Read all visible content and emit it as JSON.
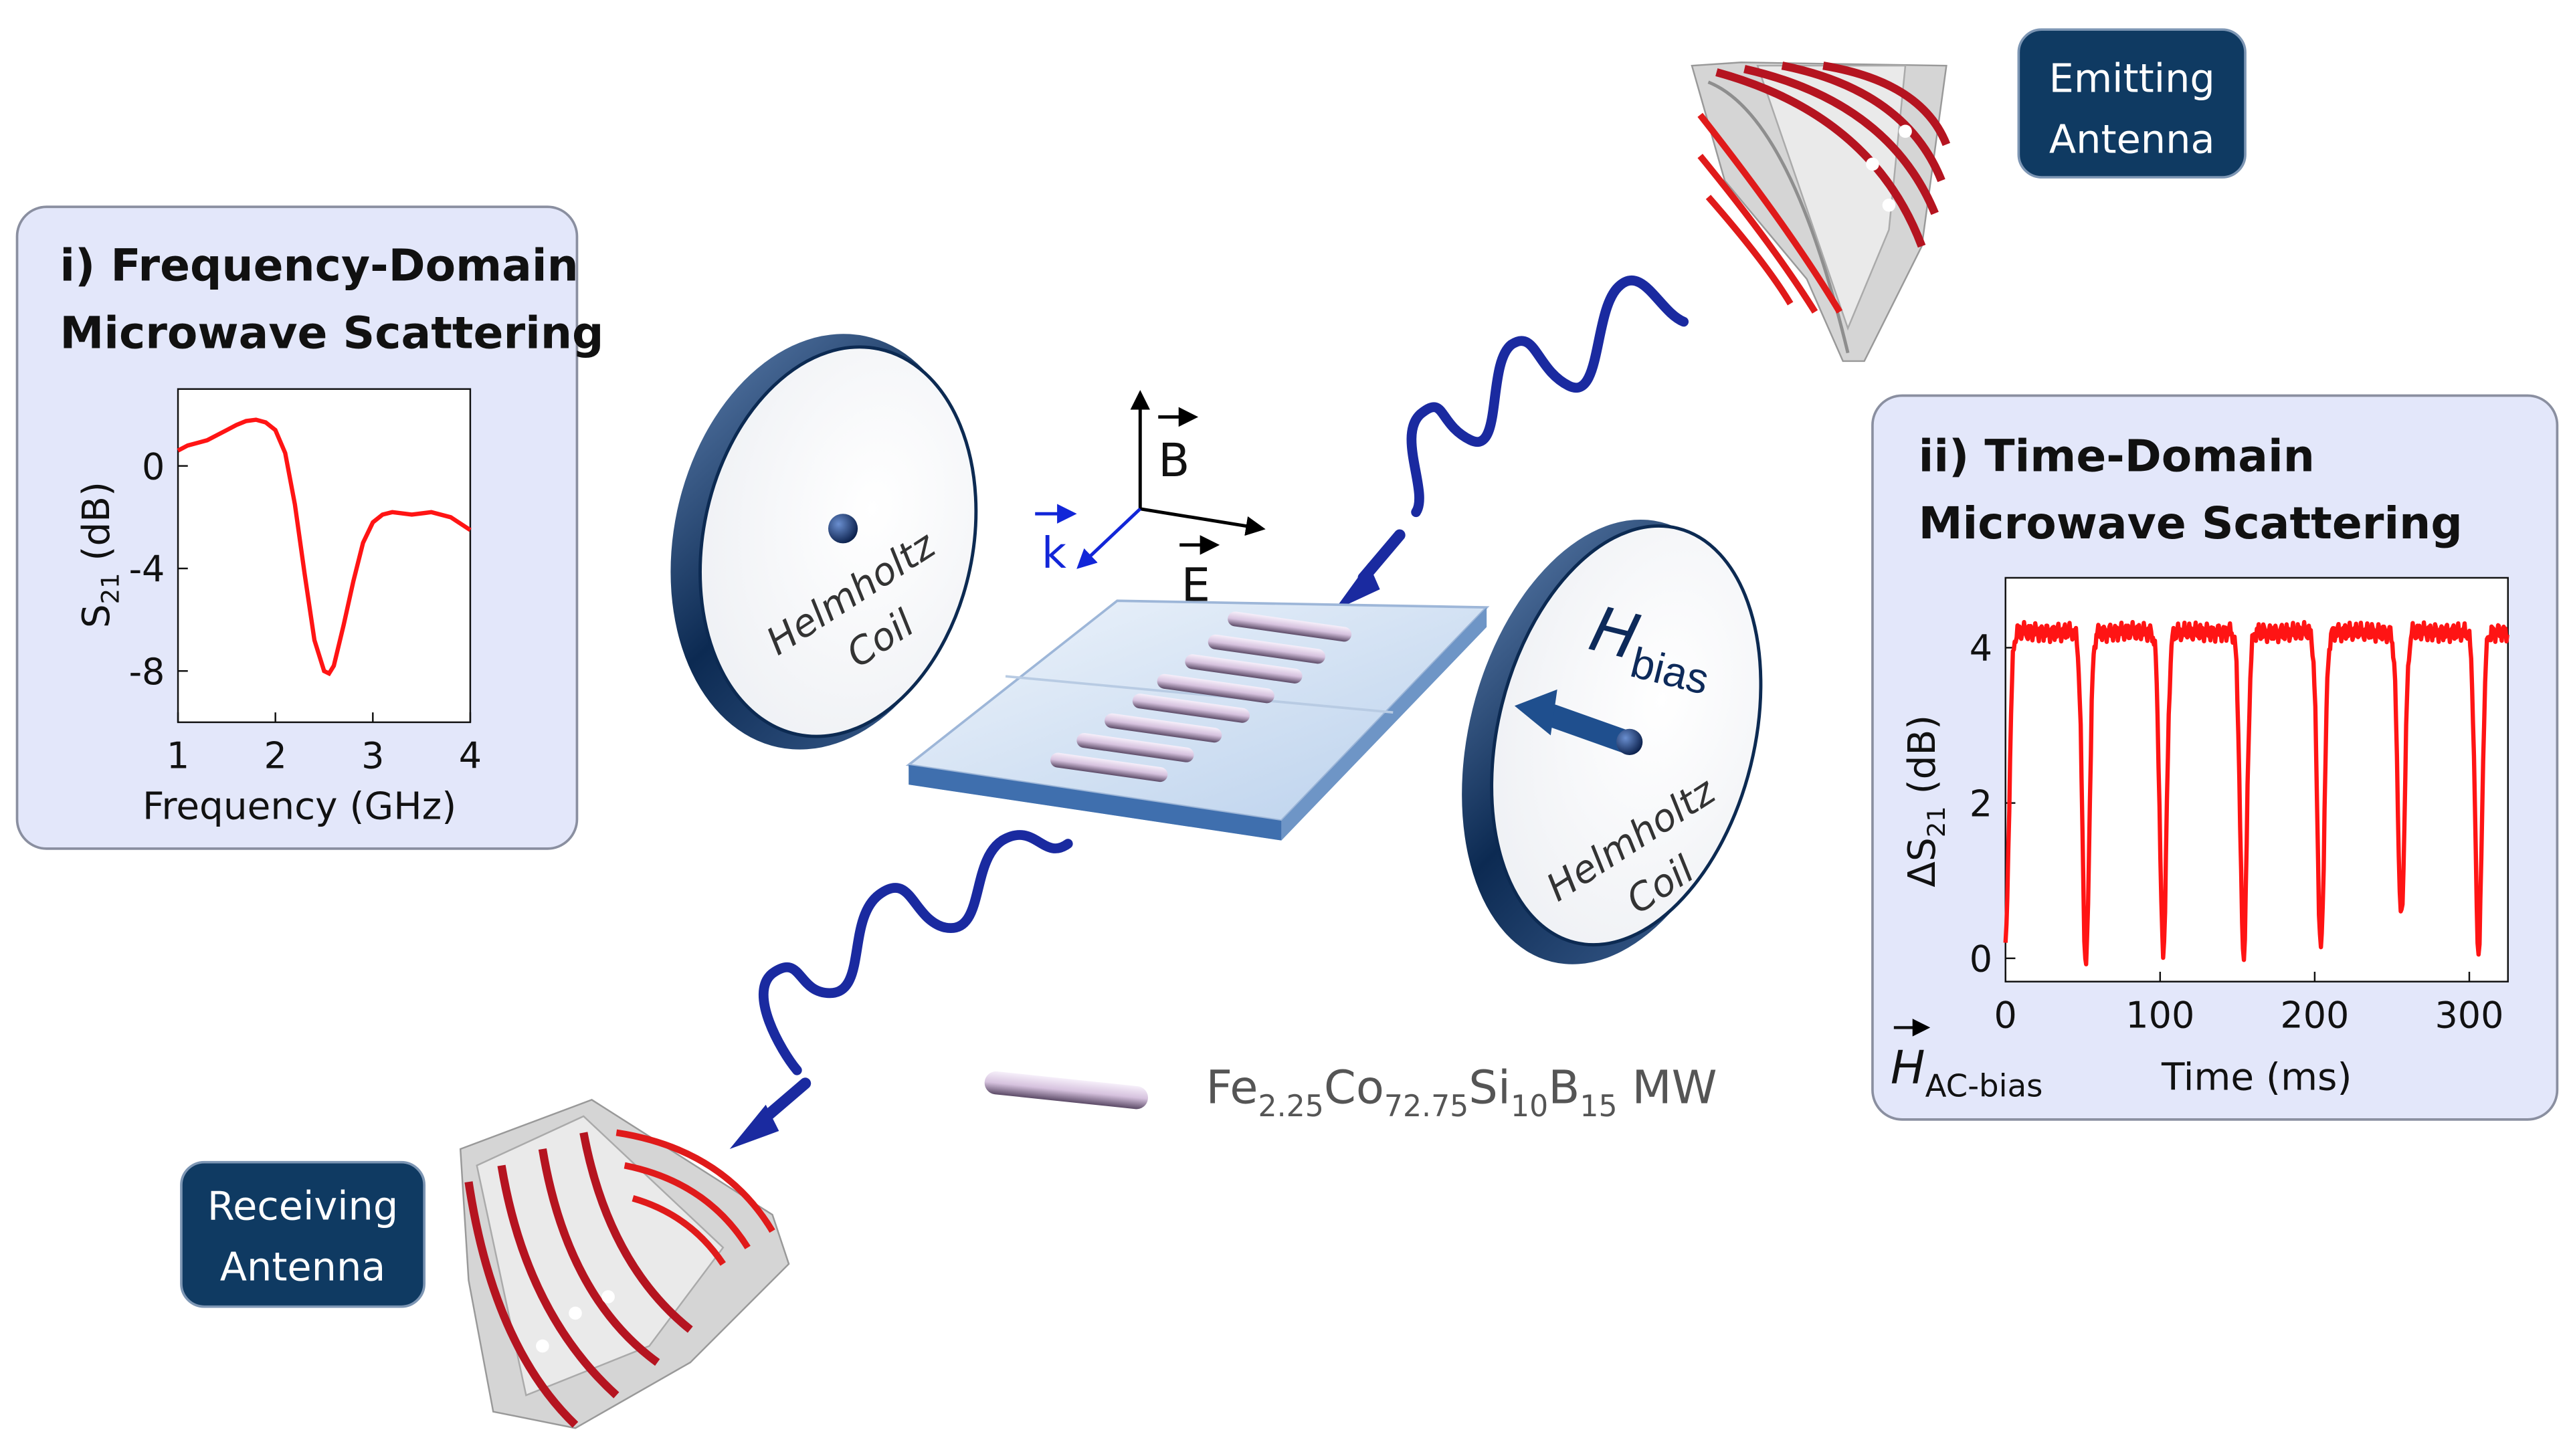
{
  "colors": {
    "panel_fill": "#e3e7fa",
    "panel_stroke": "#8a8fa0",
    "badge_fill": "#0f3a62",
    "badge_text": "#ffffff",
    "curve": "#ff1414",
    "wave": "#1a2aa0",
    "arrow_blue": "#0f1a9a",
    "k_blue": "#1226d8",
    "coil_edge": "#0c2a52",
    "coil_face": "#ffffff",
    "substrate": "#c9dcf2",
    "microwire": "#dccbe4",
    "antenna_red": "#b51420",
    "antenna_gray": "#c8c8c8"
  },
  "labels": {
    "emitting_line1": "Emitting",
    "emitting_line2": "Antenna",
    "receiving_line1": "Receiving",
    "receiving_line2": "Antenna",
    "coil_left_line1": "Helmholtz",
    "coil_left_line2": "Coil",
    "coil_right_line1": "Helmholtz",
    "coil_right_line2": "Coil",
    "hbias_main": "H",
    "hbias_sub": "bias",
    "axis_B": "B",
    "axis_E": "E",
    "axis_k": "k",
    "legend_formula_parts": [
      "Fe",
      "2.25",
      "Co",
      "72.75",
      "Si",
      "10",
      "B",
      "15",
      " MW"
    ]
  },
  "chart_data": [
    {
      "type": "line",
      "panel_title_line1": "i) Frequency-Domain",
      "panel_title_line2": "Microwave Scattering",
      "xlabel": "Frequency (GHz)",
      "ylabel_main": "S",
      "ylabel_sub": "21",
      "ylabel_unit": " (dB)",
      "xlim": [
        1,
        4
      ],
      "ylim": [
        -10,
        3
      ],
      "xticks": [
        1,
        2,
        3,
        4
      ],
      "yticks": [
        0,
        -4,
        -8
      ],
      "series": [
        {
          "x": [
            1.0,
            1.1,
            1.2,
            1.3,
            1.4,
            1.5,
            1.6,
            1.7,
            1.8,
            1.9,
            2.0,
            2.1,
            2.2,
            2.3,
            2.4,
            2.5,
            2.55,
            2.6,
            2.7,
            2.8,
            2.9,
            3.0,
            3.1,
            3.2,
            3.4,
            3.6,
            3.8,
            4.0
          ],
          "y": [
            0.6,
            0.8,
            0.9,
            1.0,
            1.2,
            1.4,
            1.6,
            1.75,
            1.8,
            1.7,
            1.4,
            0.5,
            -1.5,
            -4.2,
            -6.8,
            -8.0,
            -8.1,
            -7.8,
            -6.2,
            -4.5,
            -3.0,
            -2.2,
            -1.9,
            -1.8,
            -1.9,
            -1.8,
            -2.0,
            -2.5
          ]
        }
      ]
    },
    {
      "type": "line",
      "panel_title_line1": "ii) Time-Domain",
      "panel_title_line2": "Microwave Scattering",
      "xlabel": "Time (ms)",
      "ylabel_main": "ΔS",
      "ylabel_sub": "21",
      "ylabel_unit": " (dB)",
      "hac_main": "H",
      "hac_sub": "AC-bias",
      "xlim": [
        0,
        325
      ],
      "ylim": [
        -0.3,
        4.9
      ],
      "xticks": [
        0,
        100,
        200,
        300
      ],
      "yticks": [
        0,
        2,
        4
      ],
      "baseline_db": 4.2,
      "dips": [
        {
          "t": 0,
          "min": 0.2
        },
        {
          "t": 52,
          "min": -0.1
        },
        {
          "t": 102,
          "min": 0.1
        },
        {
          "t": 154,
          "min": 0.05
        },
        {
          "t": 204,
          "min": 0.1
        },
        {
          "t": 256,
          "min": 0.5
        },
        {
          "t": 306,
          "min": 0.1
        }
      ]
    }
  ]
}
